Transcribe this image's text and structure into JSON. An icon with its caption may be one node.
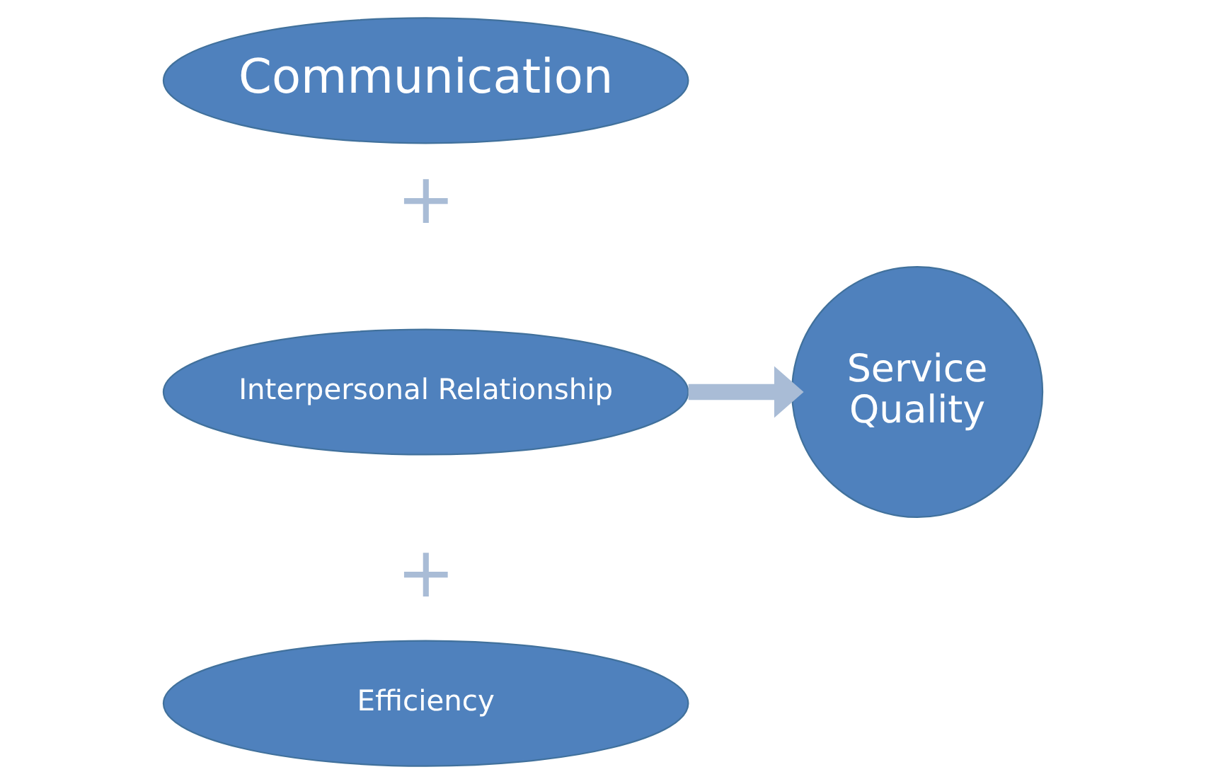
{
  "diagram": {
    "nodes": [
      {
        "text": [
          "Communication"
        ]
      },
      {
        "text": [
          "Interpersonal Relationship"
        ]
      },
      {
        "text": [
          "Efficiency"
        ]
      },
      {
        "text": [
          "Service Quality"
        ]
      }
    ],
    "edges": [
      {
        "from": 1,
        "to": 3,
        "arrow": "to",
        "color": "#a9bcd6"
      }
    ],
    "labels": [
      "+",
      "+"
    ]
  }
}
